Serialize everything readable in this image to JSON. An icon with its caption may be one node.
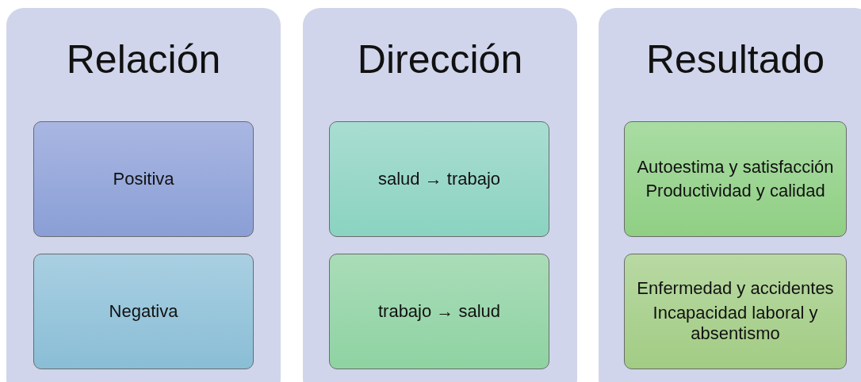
{
  "diagram": {
    "nodes": [
      {
        "text": [
          "Relación"
        ]
      },
      {
        "text": [
          "Positiva"
        ],
        "in": 0
      },
      {
        "text": [
          "Negativa"
        ],
        "in": 0
      },
      {
        "text": [
          "Dirección"
        ]
      },
      {
        "text": [
          "salud → trabajo"
        ],
        "in": 3
      },
      {
        "text": [
          "trabajo → salud"
        ],
        "in": 3
      },
      {
        "text": [
          "Resultado"
        ]
      },
      {
        "text": [
          "Autoestima y satisfacción",
          "Productividad y calidad"
        ],
        "in": 6
      },
      {
        "text": [
          "Enfermedad y accidentes",
          "Incapacidad laboral y absentismo"
        ],
        "in": 6
      }
    ]
  }
}
